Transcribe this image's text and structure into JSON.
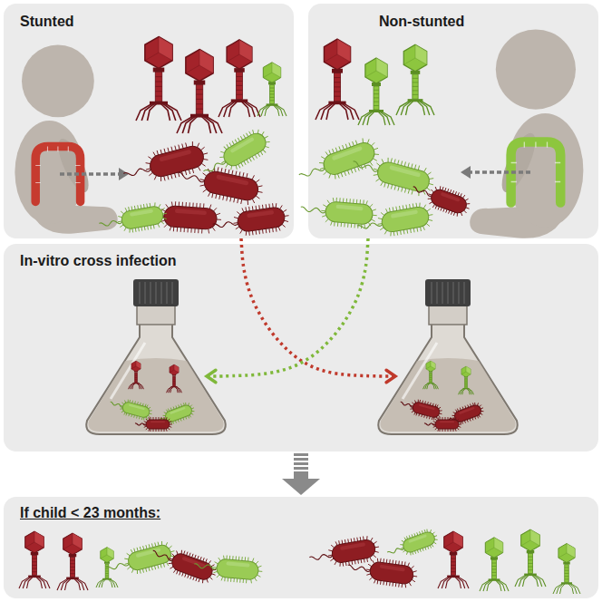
{
  "diagram": {
    "nodes": [
      {
        "text": [
          "Stunted"
        ]
      },
      {
        "text": [
          "Non-stunted"
        ]
      },
      {
        "text": [
          "In-vitro cross infection"
        ]
      },
      {
        "text": [
          "If child < 23 months:"
        ]
      }
    ],
    "edges": [
      {
        "from": 0,
        "to": 2,
        "arrow": "to"
      },
      {
        "from": 1,
        "to": 2,
        "arrow": "to"
      },
      {
        "from": 2,
        "to": 3,
        "arrow": "to"
      }
    ]
  }
}
